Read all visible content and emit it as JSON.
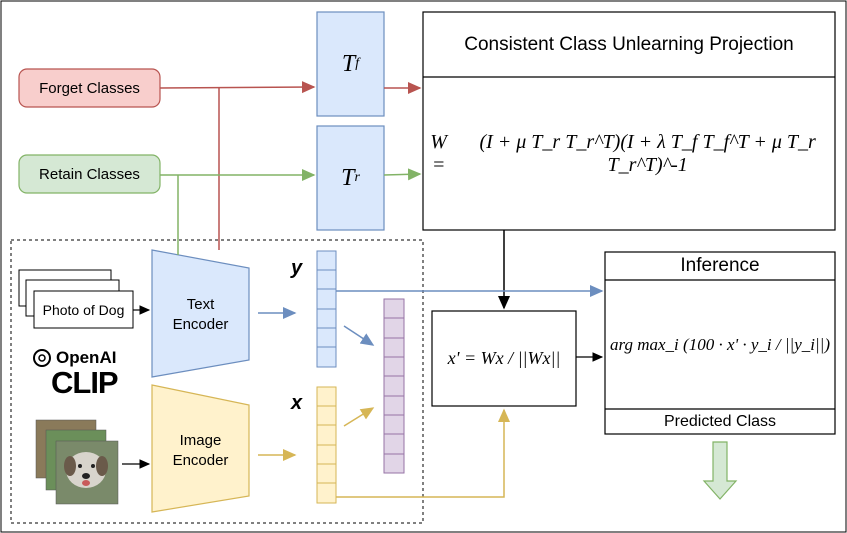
{
  "inputs": {
    "forget_label": "Forget Classes",
    "retain_label": "Retain Classes",
    "photo_label": "Photo of Dog"
  },
  "encoders": {
    "text_label_line1": "Text",
    "text_label_line2": "Encoder",
    "image_label_line1": "Image",
    "image_label_line2": "Encoder"
  },
  "matrices": {
    "tf": "T",
    "tf_sub": "f",
    "tr": "T",
    "tr_sub": "r"
  },
  "embeddings": {
    "y_label": "y",
    "x_label": "x"
  },
  "projection": {
    "title": "Consistent Class Unlearning Projection",
    "formula_lhs": "W =",
    "formula_rhs": "(I + μ T_r T_r^T)(I + λ T_f T_f^T + μ T_r T_r^T)^-1"
  },
  "normalize": {
    "formula": "x' = Wx / ||Wx||"
  },
  "inference": {
    "title": "Inference",
    "formula": "arg max_i (100 · x' · y_i / ||y_i||)",
    "output_label": "Predicted Class"
  },
  "branding": {
    "openai": "OpenAI",
    "clip": "CLIP"
  },
  "colors": {
    "red": "#b85450",
    "green": "#82b366",
    "blue": "#6c8ebf",
    "yellow": "#d6b656",
    "purple": "#9673a6"
  }
}
